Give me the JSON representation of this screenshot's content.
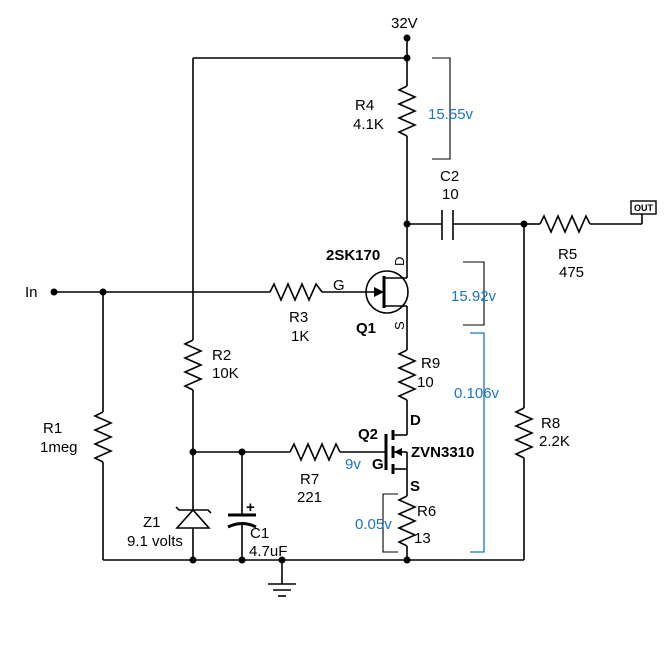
{
  "supply": {
    "label": "32V"
  },
  "input": {
    "label": "In"
  },
  "output": {
    "label": "OUT"
  },
  "colors": {
    "wire": "#000000",
    "measurement": "#1a74c9"
  },
  "components": {
    "r1": {
      "ref": "R1",
      "value": "1meg"
    },
    "r2": {
      "ref": "R2",
      "value": "10K"
    },
    "r3": {
      "ref": "R3",
      "value": "1K"
    },
    "r4": {
      "ref": "R4",
      "value": "4.1K"
    },
    "r5": {
      "ref": "R5",
      "value": "475"
    },
    "r6": {
      "ref": "R6",
      "value": "13"
    },
    "r7": {
      "ref": "R7",
      "value": "221"
    },
    "r8": {
      "ref": "R8",
      "value": "2.2K"
    },
    "r9": {
      "ref": "R9",
      "value": "10"
    },
    "c1": {
      "ref": "C1",
      "value": "4.7uF",
      "polarity": "+"
    },
    "c2": {
      "ref": "C2",
      "value": "10"
    },
    "z1": {
      "ref": "Z1",
      "value": "9.1 volts"
    },
    "q1": {
      "ref": "Q1",
      "part": "2SK170",
      "pins": {
        "gate": "G",
        "drain": "D",
        "source": "S"
      }
    },
    "q2": {
      "ref": "Q2",
      "part": "ZVN3310",
      "pins": {
        "gate": "G",
        "drain": "D",
        "source": "S"
      }
    }
  },
  "measurements": {
    "v_r4": "15.55v",
    "v_q1": "15.92v",
    "v_span": "0.106v",
    "v_gate": "9v",
    "v_r6": "0.05v"
  }
}
